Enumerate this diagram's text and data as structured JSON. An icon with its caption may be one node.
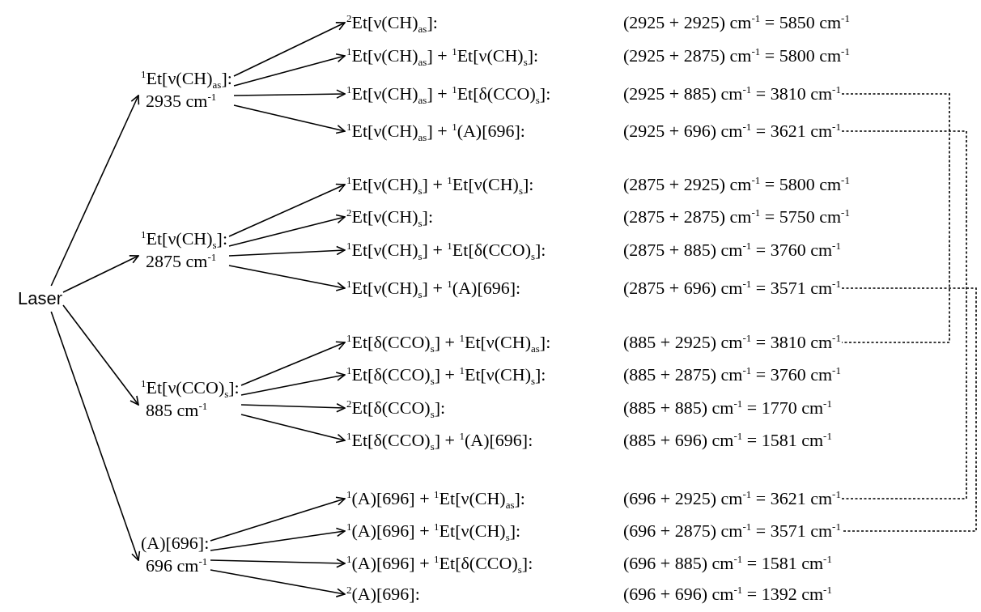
{
  "diagram": {
    "nodes": [
      {
        "text": [
          "Laser"
        ]
      },
      {
        "text": [
          "$^{1}$Et[ν(CH)$_{as}$]:",
          "2935 cm$^{-1}$"
        ]
      },
      {
        "text": [
          "$^{2}$Et[ν(CH)$_{as}$]:",
          "(2925 + 2925) cm$^{-1}$ = 5850 cm$^{-1}$"
        ]
      },
      {
        "text": [
          "$^{1}$Et[ν(CH)$_{as}$] + $^{1}$Et[ν(CH)$_{s}$]:",
          "(2925 + 2875) cm$^{-1}$ = 5800 cm$^{-1}$"
        ]
      },
      {
        "text": [
          "$^{1}$Et[ν(CH)$_{as}$] + $^{1}$Et[δ(CCO)$_{s}$]:",
          "(2925 + 885) cm$^{-1}$ = 3810 cm$^{-1}$"
        ]
      },
      {
        "text": [
          "$^{1}$Et[ν(CH)$_{as}$] + $^{1}$(A)[696]:",
          "(2925 + 696) cm$^{-1}$ = 3621 cm$^{-1}$"
        ]
      },
      {
        "text": [
          "$^{1}$Et[ν(CH)$_{s}$]:",
          "2875 cm$^{-1}$"
        ]
      },
      {
        "text": [
          "$^{1}$Et[ν(CH)$_{s}$] + $^{1}$Et[ν(CH)$_{s}$]:",
          "(2875 + 2925) cm$^{-1}$ = 5800 cm$^{-1}$"
        ]
      },
      {
        "text": [
          "$^{2}$Et[ν(CH)$_{s}$]:",
          "(2875 + 2875) cm$^{-1}$ = 5750 cm$^{-1}$"
        ]
      },
      {
        "text": [
          "$^{1}$Et[ν(CH)$_{s}$] + $^{1}$Et[δ(CCO)$_{s}$]:",
          "(2875 + 885) cm$^{-1}$ = 3760 cm$^{-1}$"
        ]
      },
      {
        "text": [
          "$^{1}$Et[ν(CH)$_{s}$] + $^{1}$(A)[696]:",
          "(2875 + 696) cm$^{-1}$ = 3571 cm$^{-1}$"
        ]
      },
      {
        "text": [
          "$^{1}$Et[ν(CCO)$_{s}$]:",
          "885 cm$^{-1}$"
        ]
      },
      {
        "text": [
          "$^{1}$Et[δ(CCO)$_{s}$] + $^{1}$Et[ν(CH)$_{as}$]:",
          "(885 + 2925) cm$^{-1}$ = 3810 cm$^{-1}$"
        ]
      },
      {
        "text": [
          "$^{1}$Et[δ(CCO)$_{s}$] + $^{1}$Et[ν(CH)$_{s}$]:",
          "(885 + 2875) cm$^{-1}$ = 3760 cm$^{-1}$"
        ]
      },
      {
        "text": [
          "$^{2}$Et[δ(CCO)$_{s}$]:",
          "(885 + 885) cm$^{-1}$ = 1770 cm$^{-1}$"
        ]
      },
      {
        "text": [
          "$^{1}$Et[δ(CCO)$_{s}$] + $^{1}$(A)[696]:",
          "(885 + 696) cm$^{-1}$ = 1581 cm$^{-1}$"
        ]
      },
      {
        "text": [
          "(A)[696]:",
          "696 cm$^{-1}$"
        ]
      },
      {
        "text": [
          "$^{1}$(A)[696] + $^{1}$Et[ν(CH)$_{as}$]:",
          "(696 + 2925) cm$^{-1}$ = 3621 cm$^{-1}$"
        ]
      },
      {
        "text": [
          "$^{1}$(A)[696] + $^{1}$Et[ν(CH)$_{s}$]:",
          "(696 + 2875) cm$^{-1}$ = 3571 cm$^{-1}$"
        ]
      },
      {
        "text": [
          "$^{1}$(A)[696] + $^{1}$Et[δ(CCO)$_{s}$]:",
          "(696 + 885) cm$^{-1}$ = 1581 cm$^{-1}$"
        ]
      },
      {
        "text": [
          "$^{2}$(A)[696]:",
          "(696 + 696) cm$^{-1}$ = 1392 cm$^{-1}$"
        ]
      }
    ],
    "edges": [
      {
        "from": 0,
        "to": 1,
        "arrow": "to"
      },
      {
        "from": 0,
        "to": 6,
        "arrow": "to"
      },
      {
        "from": 0,
        "to": 11,
        "arrow": "to"
      },
      {
        "from": 0,
        "to": 16,
        "arrow": "to"
      },
      {
        "from": 1,
        "to": 2,
        "arrow": "to"
      },
      {
        "from": 1,
        "to": 3,
        "arrow": "to"
      },
      {
        "from": 1,
        "to": 4,
        "arrow": "to"
      },
      {
        "from": 1,
        "to": 5,
        "arrow": "to"
      },
      {
        "from": 6,
        "to": 7,
        "arrow": "to"
      },
      {
        "from": 6,
        "to": 8,
        "arrow": "to"
      },
      {
        "from": 6,
        "to": 9,
        "arrow": "to"
      },
      {
        "from": 6,
        "to": 10,
        "arrow": "to"
      },
      {
        "from": 11,
        "to": 12,
        "arrow": "to"
      },
      {
        "from": 11,
        "to": 13,
        "arrow": "to"
      },
      {
        "from": 11,
        "to": 14,
        "arrow": "to"
      },
      {
        "from": 11,
        "to": 15,
        "arrow": "to"
      },
      {
        "from": 16,
        "to": 17,
        "arrow": "to"
      },
      {
        "from": 16,
        "to": 18,
        "arrow": "to"
      },
      {
        "from": 16,
        "to": 19,
        "arrow": "to"
      },
      {
        "from": 16,
        "to": 20,
        "arrow": "to"
      },
      {
        "from": 4,
        "to": 12,
        "arrow": "none",
        "style": "dashed"
      },
      {
        "from": 5,
        "to": 17,
        "arrow": "none",
        "style": "dashed"
      },
      {
        "from": 10,
        "to": 18,
        "arrow": "none",
        "style": "dashed"
      }
    ]
  }
}
